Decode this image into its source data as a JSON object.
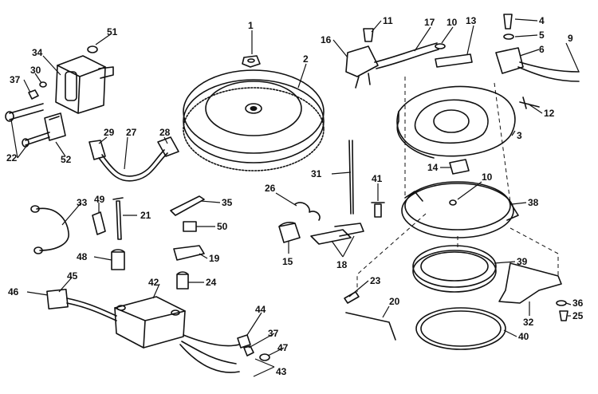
{
  "callouts": [
    "1",
    "2",
    "3",
    "4",
    "5",
    "6",
    "9",
    "10",
    "10",
    "11",
    "12",
    "13",
    "14",
    "15",
    "16",
    "17",
    "18",
    "19",
    "20",
    "21",
    "22",
    "23",
    "24",
    "25",
    "26",
    "27",
    "28",
    "29",
    "30",
    "31",
    "32",
    "33",
    "34",
    "35",
    "36",
    "37",
    "37",
    "38",
    "39",
    "40",
    "41",
    "42",
    "43",
    "44",
    "45",
    "46",
    "47",
    "48",
    "49",
    "50",
    "51",
    "52"
  ],
  "colors": {
    "ink": "#111111",
    "paper": "#ffffff"
  }
}
